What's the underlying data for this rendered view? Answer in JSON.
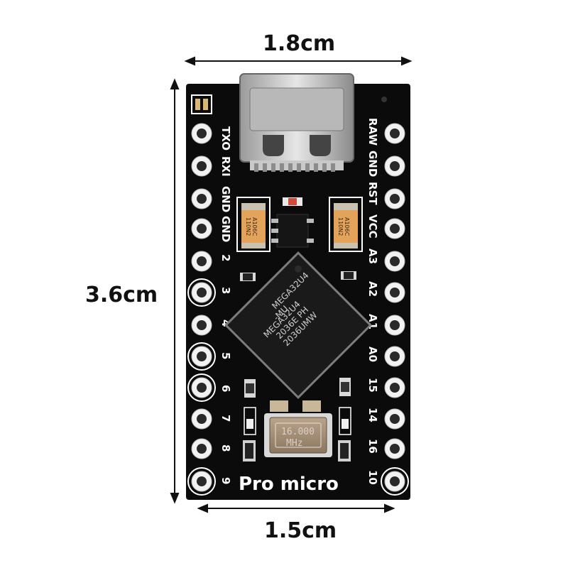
{
  "dimensions": {
    "top_width": "1.8cm",
    "bottom_width": "1.5cm",
    "height": "3.6cm"
  },
  "board": {
    "brand": "Pro micro",
    "chip_lines": [
      "MEGA32U4",
      "-MU",
      "2036E  PH",
      "2036UMW"
    ],
    "crystal_lines": [
      "16.000",
      "MHz"
    ],
    "cap_lines": [
      "A106C",
      "110N2"
    ],
    "left_pin_labels": [
      "TXO",
      "RXI",
      "GND",
      "GND"
    ],
    "left_pin_numbers": [
      "2",
      "3",
      "4",
      "5",
      "6",
      "7",
      "8",
      "9"
    ],
    "right_pin_labels": [
      "RAW",
      "GND",
      "RST",
      "VCC",
      "A3",
      "A2",
      "A1",
      "A0",
      "15",
      "14",
      "16",
      "10"
    ]
  },
  "colors": {
    "pcb": "#0b0b0b",
    "silkscreen": "#ffffff",
    "dimension_line": "#111111"
  }
}
